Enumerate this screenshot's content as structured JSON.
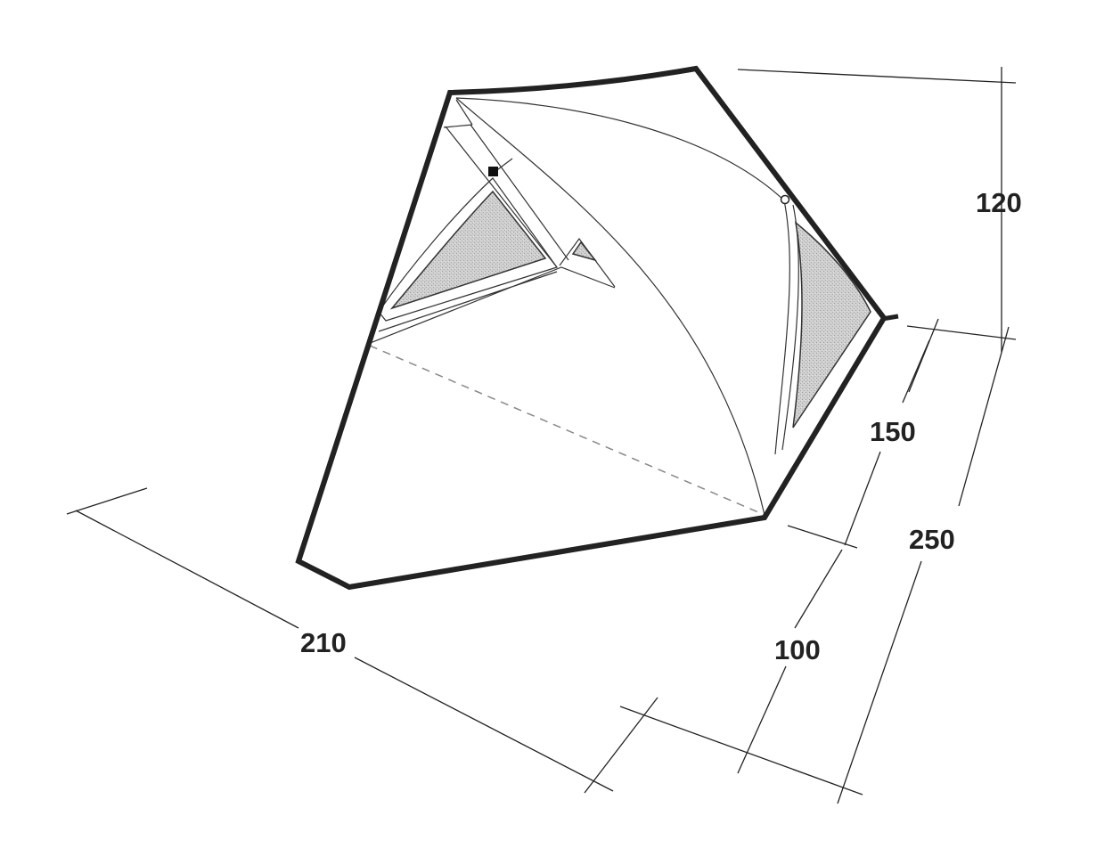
{
  "dimensions": {
    "width_total": "210",
    "height": "120",
    "depth_upper": "150",
    "depth_lower": "100",
    "depth_total": "250"
  },
  "colors": {
    "outline": "#222222",
    "mesh": "#c9c9c9",
    "background": "#ffffff"
  }
}
